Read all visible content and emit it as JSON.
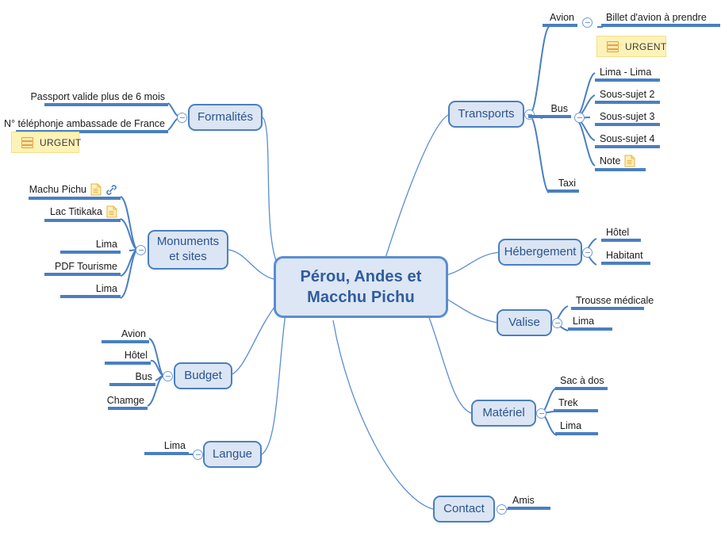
{
  "app": {
    "type": "mind-map",
    "colors": {
      "node_fill": "#dbe5f3",
      "node_border": "#4a7fc1",
      "central_fill": "#dce6f4",
      "central_border": "#5b8dd0",
      "branch_line": "#4a7fc1",
      "text": "#1b1b1b",
      "node_text": "#2a5490",
      "badge_fill": "#fdf2b8",
      "badge_border": "#f2e088",
      "badge_icon": "#e8a33d",
      "note_icon": "#f3c44a",
      "link_icon": "#4a7fc1"
    }
  },
  "central": {
    "line1": "Pérou, Andes et",
    "line2": "Macchu Pichu"
  },
  "branches": {
    "transports": {
      "label": "Transports",
      "children": {
        "avion": {
          "label": "Avion",
          "children": [
            {
              "label": "Billet d'avion à prendre"
            }
          ],
          "badge": {
            "label": "URGENT",
            "icon": "stacked-bars-icon"
          }
        },
        "bus": {
          "label": "Bus",
          "children": [
            {
              "label": "Lima - Lima"
            },
            {
              "label": "Sous-sujet  2"
            },
            {
              "label": "Sous-sujet  3"
            },
            {
              "label": "Sous-sujet  4"
            },
            {
              "label": "Note",
              "icon": "note-icon"
            }
          ]
        },
        "taxi": {
          "label": "Taxi"
        }
      }
    },
    "formalites": {
      "label": "Formalités",
      "children": [
        {
          "label": "Passport valide plus de 6 mois"
        },
        {
          "label": "N° téléphonje ambassade de France"
        }
      ],
      "badge": {
        "label": "URGENT",
        "icon": "stacked-bars-icon"
      }
    },
    "monuments": {
      "line1": "Monuments",
      "line2": "et sites",
      "children": [
        {
          "label": "Machu Pichu",
          "icons": [
            "note-icon",
            "link-icon"
          ]
        },
        {
          "label": "Lac Titikaka",
          "icons": [
            "note-icon"
          ]
        },
        {
          "label": "Lima"
        },
        {
          "label": "PDF Tourisme"
        },
        {
          "label": "Lima"
        }
      ]
    },
    "budget": {
      "label": "Budget",
      "children": [
        {
          "label": "Avion"
        },
        {
          "label": "Hôtel"
        },
        {
          "label": "Bus"
        },
        {
          "label": "Chamge"
        }
      ]
    },
    "langue": {
      "label": "Langue",
      "children": [
        {
          "label": "Lima"
        }
      ]
    },
    "contact": {
      "label": "Contact",
      "children": [
        {
          "label": "Amis"
        }
      ]
    },
    "hebergement": {
      "label": "Hébergement",
      "children": [
        {
          "label": "Hôtel"
        },
        {
          "label": "Habitant"
        }
      ]
    },
    "valise": {
      "label": "Valise",
      "children": [
        {
          "label": "Trousse médicale"
        },
        {
          "label": "Lima"
        }
      ]
    },
    "materiel": {
      "label": "Matériel",
      "children": [
        {
          "label": "Sac à dos"
        },
        {
          "label": "Trek"
        },
        {
          "label": "Lima"
        }
      ]
    }
  }
}
